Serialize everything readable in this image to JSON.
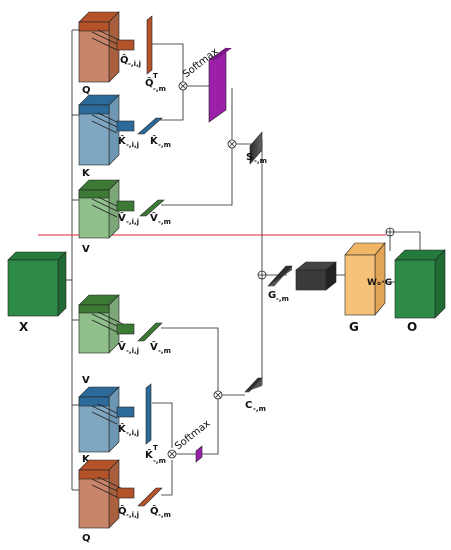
{
  "input": {
    "label": "X",
    "color": "#2e8b47"
  },
  "output": {
    "label": "O",
    "color": "#2e8b47"
  },
  "g_block": {
    "label": "G",
    "color": "#f5c27a"
  },
  "wo_label": "Wₒ·G",
  "branch_top": {
    "q": {
      "label": "Q",
      "color": "#c9856a"
    },
    "k": {
      "label": "K",
      "color": "#7fa7c2"
    },
    "v": {
      "label": "V",
      "color": "#8fbf8a"
    },
    "q_slice": "Q̂",
    "q_slice_sub": "-,i,j",
    "qt_label": "Q̂",
    "qt_sub": "-,m",
    "qt_sup": "T",
    "k_slice": "K̂",
    "k_slice_sub": "-,i,j",
    "k_vec": "K̂",
    "k_vec_sub": "-,m",
    "v_slice": "V̂",
    "v_slice_sub": "-,i,j",
    "v_vec": "V̂",
    "v_vec_sub": "-,m",
    "softmax": "Softmax",
    "s_label": "S",
    "s_sub": "-,m"
  },
  "branch_bottom": {
    "v": {
      "label": "V",
      "color": "#8fbf8a"
    },
    "k": {
      "label": "K",
      "color": "#7fa7c2"
    },
    "q": {
      "label": "Q",
      "color": "#c9856a"
    },
    "v_slice": "V̂",
    "v_slice_sub": "-,i,j",
    "v_vec": "V̂",
    "v_vec_sub": "-,m",
    "k_slice": "K̂",
    "k_slice_sub": "-,i,j",
    "kt_label": "K̂",
    "kt_sub": "-,m",
    "kt_sup": "T",
    "q_slice": "Q̂",
    "q_slice_sub": "-,i,j",
    "q_vec": "Q̂",
    "q_vec_sub": "-,m",
    "softmax": "Softmax",
    "c_label": "C",
    "c_sub": "-,m"
  },
  "g_sum": {
    "label": "G",
    "sub": "-,m"
  },
  "colors": {
    "q_dark": "#b4532a",
    "k_dark": "#2c6a9a",
    "v_dark": "#3d7a36",
    "purple": "#9b1fa8",
    "gray": "#555555",
    "red_line": "#dd3333"
  }
}
